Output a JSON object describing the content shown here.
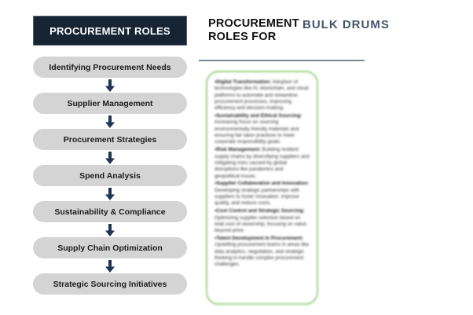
{
  "left_panel": {
    "header": "PROCUREMENT ROLES",
    "steps": [
      "Identifying Procurement Needs",
      "Supplier Management",
      "Procurement Strategies",
      "Spend Analysis",
      "Sustainability & Compliance",
      "Supply Chain Optimization",
      "Strategic Sourcing Initiatives"
    ]
  },
  "right_panel": {
    "title_prefix": "PROCUREMENT ROLES FOR",
    "title_highlight": "BULK DRUMS",
    "trends": [
      {
        "heading": "•Digital Transformation:",
        "body": "Adoption of technologies like AI, blockchain, and cloud platforms to automate and streamline procurement processes, improving efficiency and decision-making."
      },
      {
        "heading": "•Sustainability and Ethical Sourcing:",
        "body": "Increasing focus on sourcing environmentally friendly materials and ensuring fair labor practices to meet corporate responsibility goals."
      },
      {
        "heading": "•Risk Management:",
        "body": "Building resilient supply chains by diversifying suppliers and mitigating risks caused by global disruptions like pandemics and geopolitical issues."
      },
      {
        "heading": "•Supplier Collaboration and Innovation:",
        "body": "Developing strategic partnerships with suppliers to foster innovation, improve quality, and reduce costs."
      },
      {
        "heading": "•Cost Control and Strategic Sourcing:",
        "body": "Optimizing supplier selection based on total cost of ownership, focusing on value beyond price."
      },
      {
        "heading": "•Talent Development in Procurement:",
        "body": "Upskilling procurement teams in areas like data analytics, negotiation, and strategic thinking to handle complex procurement challenges."
      }
    ]
  },
  "icons": {
    "flow_arrow": "down-block-arrow-icon"
  },
  "colors": {
    "header_bg": "#172434",
    "pill_bg": "#d4d4d4",
    "arrow": "#1f3550",
    "highlight": "#44546a",
    "divider": "#7b8794",
    "box_border": "#9fd283"
  }
}
